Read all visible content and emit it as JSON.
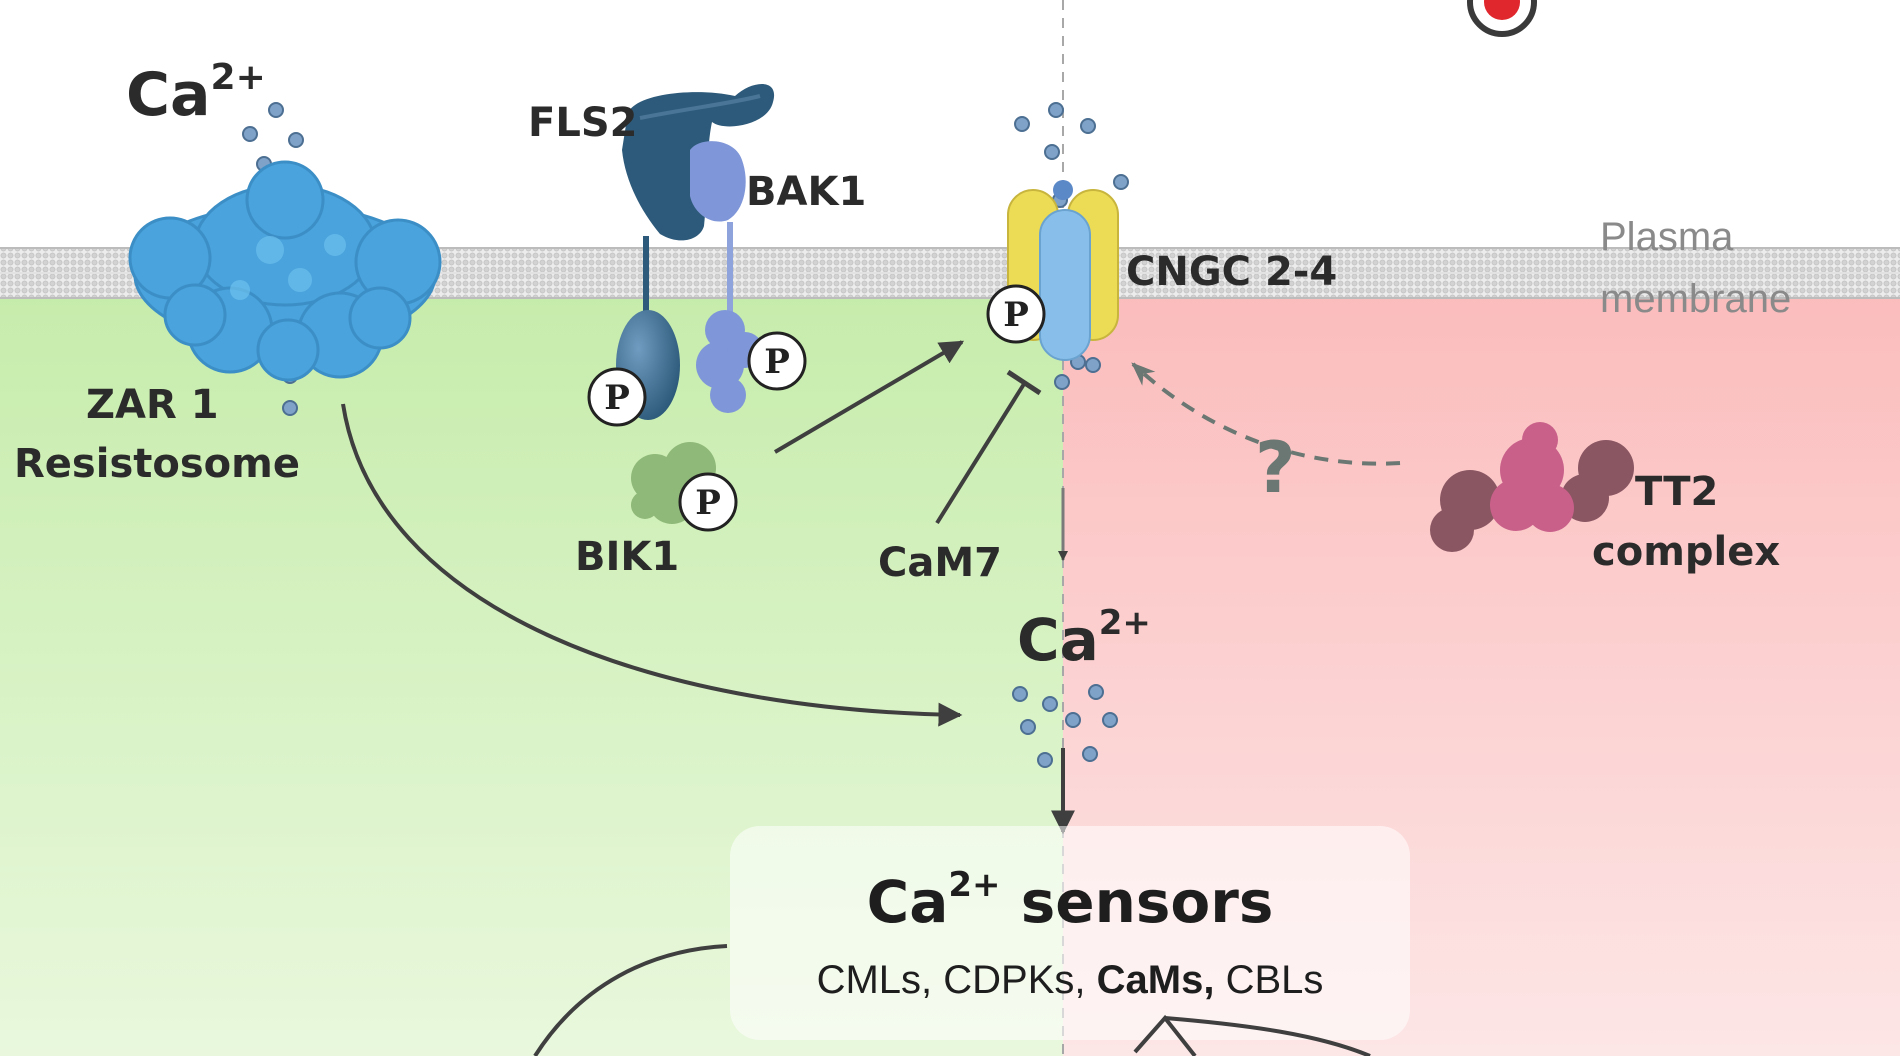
{
  "top_ca": {
    "base": "Ca",
    "sup": "2+"
  },
  "mid_ca": {
    "base": "Ca",
    "sup": "2+"
  },
  "proteins": {
    "zar1_line1": "ZAR 1",
    "zar1_line2": "Resistosome",
    "fls2": "FLS2",
    "bak1": "BAK1",
    "bik1": "BIK1",
    "cngc": "CNGC 2-4",
    "cam7": "CaM7",
    "tt2_line1": "TT2",
    "tt2_line2": "complex"
  },
  "phospho_label": "P",
  "membrane": {
    "line1": "Plasma",
    "line2": "membrane"
  },
  "question_mark": "?",
  "sensors": {
    "title_base": "Ca",
    "title_sup": "2+",
    "title_rest": " sensors",
    "list_a": "CMLs, CDPKs, ",
    "list_bold": "CaMs,",
    "list_b": " CBLs"
  },
  "colors": {
    "green_region": "#cdefb4",
    "red_region": "#fbc2c2",
    "membrane_gray": "#d6d6d6",
    "zar1_blue": "#4aa3dc",
    "fls2_navy": "#2d5a7a",
    "bak1_periwinkle": "#7f97d8",
    "bik1_green": "#8fb978",
    "cngc_yellow": "#ecdb55",
    "cngc_blue": "#88bfea",
    "tt2_pink": "#c9608a",
    "tt2_mauve": "#8a5662",
    "arrow_gray": "#3f3f3f",
    "alert_red": "#e0272e"
  }
}
